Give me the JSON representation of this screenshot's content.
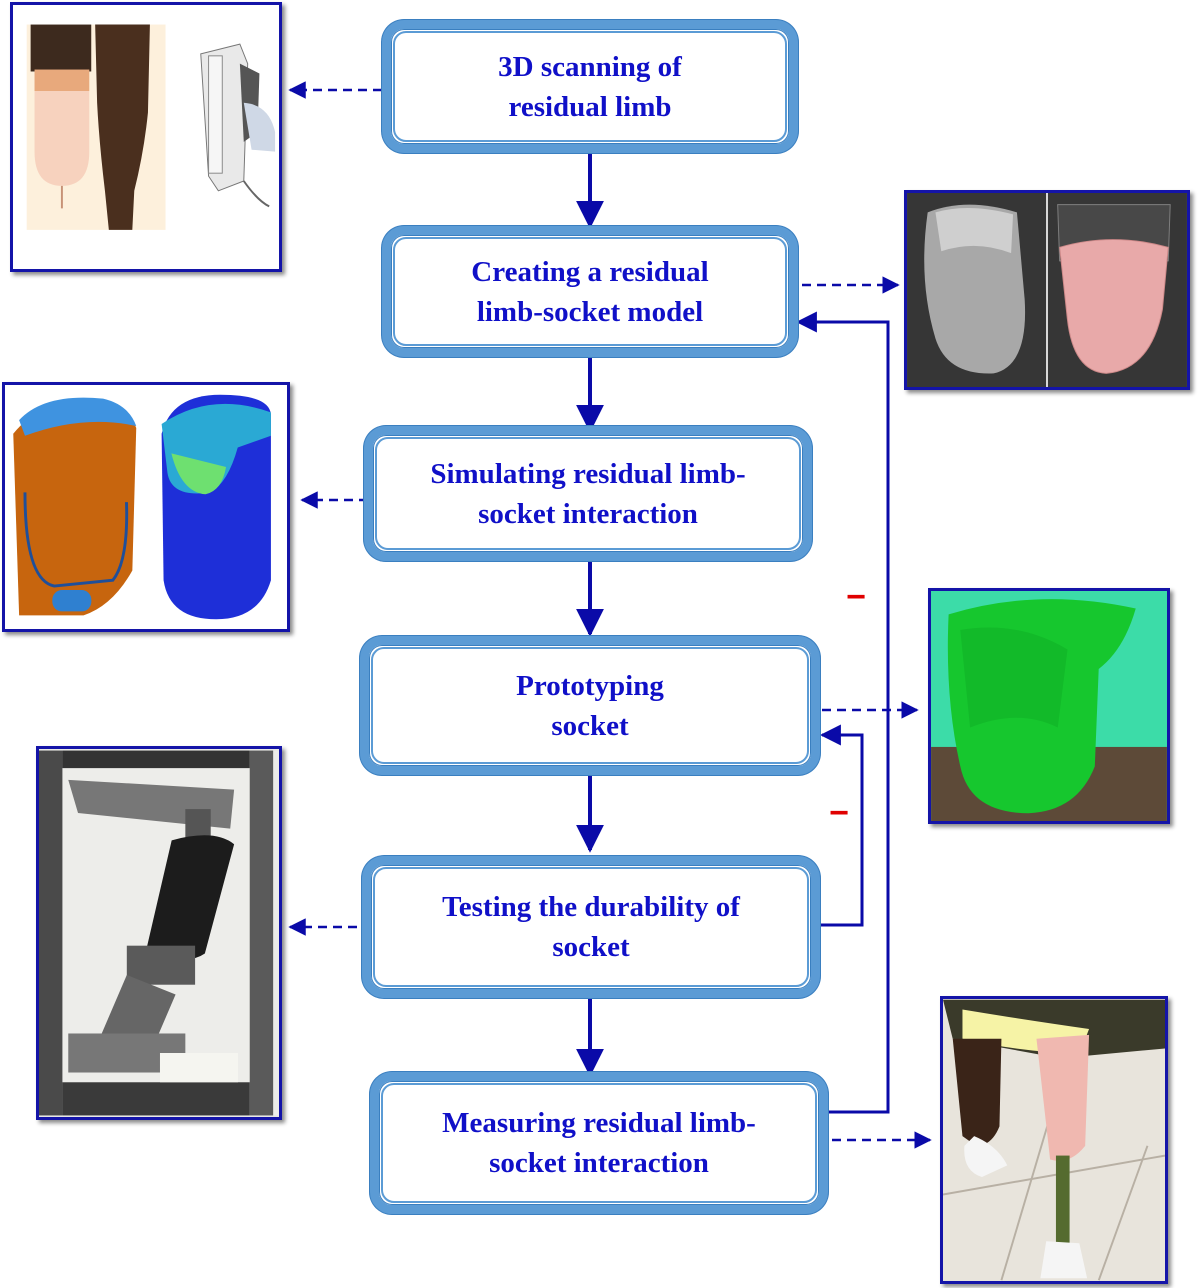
{
  "steps": [
    {
      "label": "3D scanning of\nresidual limb"
    },
    {
      "label": "Creating a residual\nlimb-socket model"
    },
    {
      "label": "Simulating residual limb-\nsocket interaction"
    },
    {
      "label": "Prototyping\nsocket"
    },
    {
      "label": "Testing the durability of\nsocket"
    },
    {
      "label": "Measuring residual limb-\nsocket interaction"
    }
  ],
  "feedback_marks": [
    "−",
    "−"
  ],
  "colors": {
    "box_border": "#5b9bd5",
    "label_text": "#1010c8",
    "arrow": "#0a0aa8",
    "panel_border": "#1414a8",
    "minus_sign": "#e00000"
  },
  "panels": [
    {
      "icon": "limb-scanner-photo-icon"
    },
    {
      "icon": "limb-socket-model-icon"
    },
    {
      "icon": "fea-simulation-icon"
    },
    {
      "icon": "green-socket-prototype-icon"
    },
    {
      "icon": "durability-test-rig-icon"
    },
    {
      "icon": "patient-wearing-socket-icon"
    }
  ]
}
